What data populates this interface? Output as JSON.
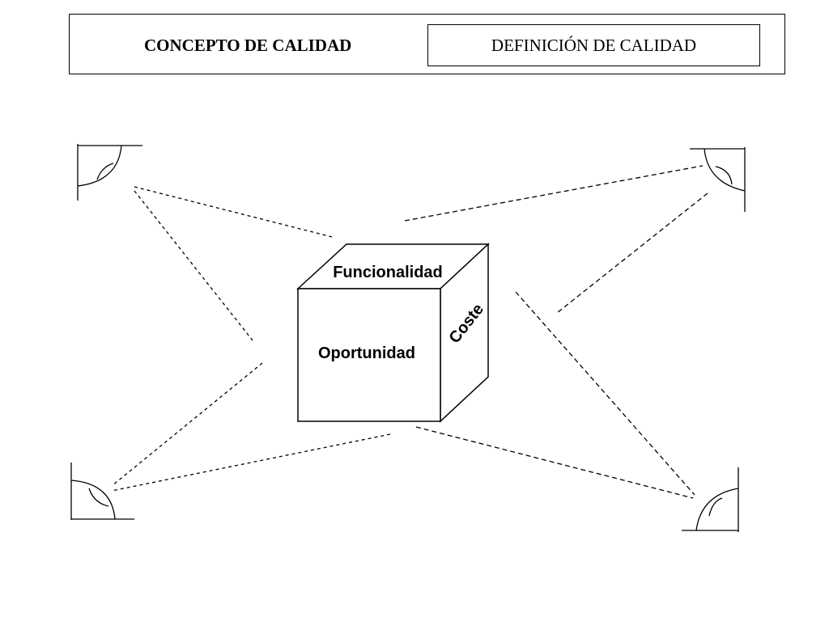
{
  "header": {
    "title": "CONCEPTO DE CALIDAD",
    "box_label": "DEFINICIÓN DE CALIDAD"
  },
  "cube": {
    "top_label": "Funcionalidad",
    "front_label": "Oportunidad",
    "side_label": "Coste"
  },
  "colors": {
    "stroke": "#000000",
    "background": "#ffffff"
  }
}
